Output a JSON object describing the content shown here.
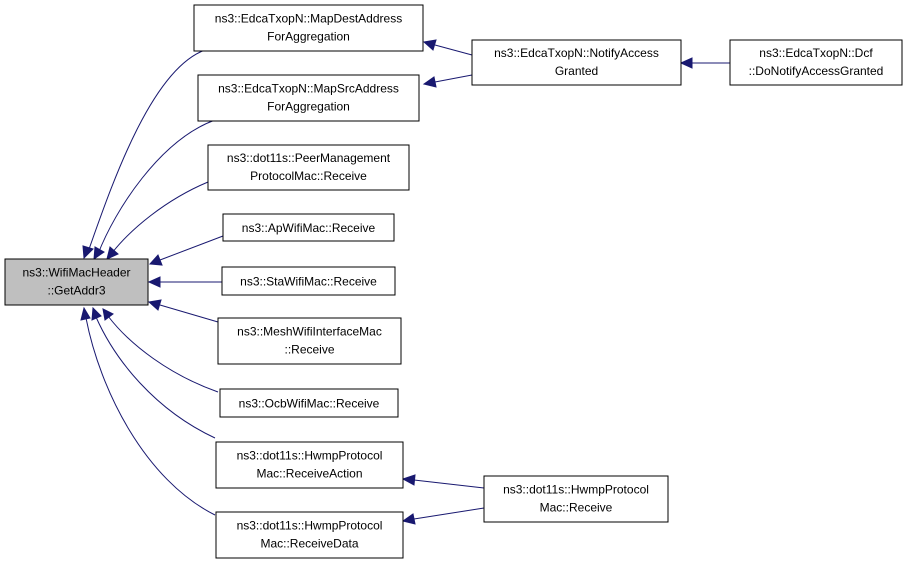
{
  "graph": {
    "edge_color": "#191970",
    "focus_fill": "#bfbfbf",
    "nodes": {
      "getaddr3": {
        "lines": [
          "ns3::WifiMacHeader",
          "::GetAddr3"
        ],
        "focus": true
      },
      "map_dest": {
        "lines": [
          "ns3::EdcaTxopN::MapDestAddress",
          "ForAggregation"
        ]
      },
      "map_src": {
        "lines": [
          "ns3::EdcaTxopN::MapSrcAddress",
          "ForAggregation"
        ]
      },
      "peer_mgmt": {
        "lines": [
          "ns3::dot11s::PeerManagement",
          "ProtocolMac::Receive"
        ]
      },
      "ap_receive": {
        "lines": [
          "ns3::ApWifiMac::Receive"
        ]
      },
      "sta_receive": {
        "lines": [
          "ns3::StaWifiMac::Receive"
        ]
      },
      "mesh_receive": {
        "lines": [
          "ns3::MeshWifiInterfaceMac",
          "::Receive"
        ]
      },
      "ocb_receive": {
        "lines": [
          "ns3::OcbWifiMac::Receive"
        ]
      },
      "hwmp_action": {
        "lines": [
          "ns3::dot11s::HwmpProtocol",
          "Mac::ReceiveAction"
        ]
      },
      "hwmp_data": {
        "lines": [
          "ns3::dot11s::HwmpProtocol",
          "Mac::ReceiveData"
        ]
      },
      "notify_access": {
        "lines": [
          "ns3::EdcaTxopN::NotifyAccess",
          "Granted"
        ]
      },
      "dcf_notify": {
        "lines": [
          "ns3::EdcaTxopN::Dcf",
          "::DoNotifyAccessGranted"
        ]
      },
      "hwmp_receive": {
        "lines": [
          "ns3::dot11s::HwmpProtocol",
          "Mac::Receive"
        ]
      }
    }
  }
}
